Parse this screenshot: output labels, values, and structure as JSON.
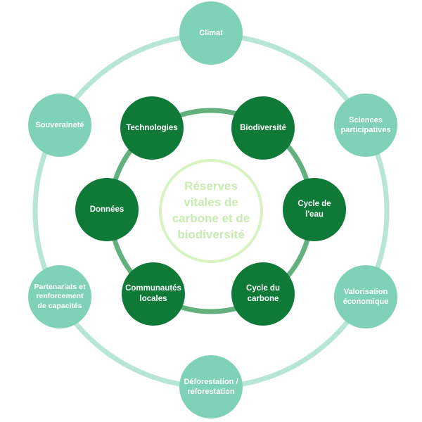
{
  "center": {
    "label": "Réserves vitales de carbone et de biodiversité"
  },
  "inner_nodes": [
    {
      "label": "Technologies"
    },
    {
      "label": "Biodiversité"
    },
    {
      "label": "Cycle de l'eau"
    },
    {
      "label": "Cycle du carbone"
    },
    {
      "label": "Communautés locales"
    },
    {
      "label": "Données"
    }
  ],
  "outer_nodes": [
    {
      "label": "Climat"
    },
    {
      "label": "Sciences participatives"
    },
    {
      "label": "Valorisation économique"
    },
    {
      "label": "Déforestation / reforestation"
    },
    {
      "label": "Partenariats et renforcement de capacités"
    },
    {
      "label": "Souveraineté"
    }
  ],
  "colors": {
    "outer_ring": "#b7e6d6",
    "outer_node": "#7fd2b8",
    "inner_ring": "#62b07e",
    "inner_node": "#0f7a38",
    "center_border": "#d9f2c2",
    "center_text": "#c7ebb0"
  }
}
